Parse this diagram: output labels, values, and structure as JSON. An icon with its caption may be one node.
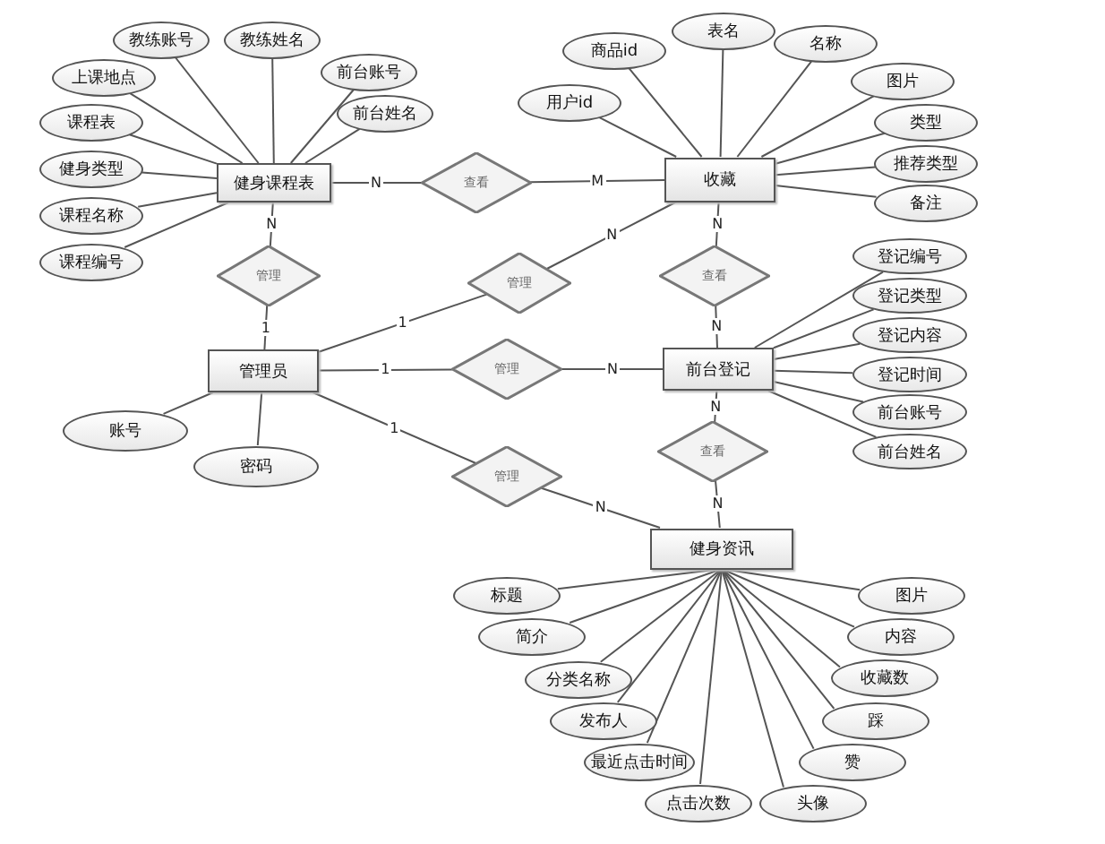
{
  "diagram": {
    "nodes": [
      {
        "text": [
          "健身课程表"
        ]
      },
      {
        "text": [
          "教练账号"
        ]
      },
      {
        "text": [
          "教练姓名"
        ]
      },
      {
        "text": [
          "上课地点"
        ]
      },
      {
        "text": [
          "前台账号"
        ]
      },
      {
        "text": [
          "前台姓名"
        ]
      },
      {
        "text": [
          "课程表"
        ]
      },
      {
        "text": [
          "健身类型"
        ]
      },
      {
        "text": [
          "课程名称"
        ]
      },
      {
        "text": [
          "课程编号"
        ]
      },
      {
        "text": [
          "收藏"
        ]
      },
      {
        "text": [
          "商品id"
        ]
      },
      {
        "text": [
          "表名"
        ]
      },
      {
        "text": [
          "名称"
        ]
      },
      {
        "text": [
          "用户id"
        ]
      },
      {
        "text": [
          "图片"
        ]
      },
      {
        "text": [
          "类型"
        ]
      },
      {
        "text": [
          "推荐类型"
        ]
      },
      {
        "text": [
          "备注"
        ]
      },
      {
        "text": [
          "管理员"
        ]
      },
      {
        "text": [
          "账号"
        ]
      },
      {
        "text": [
          "密码"
        ]
      },
      {
        "text": [
          "前台登记"
        ]
      },
      {
        "text": [
          "登记编号"
        ]
      },
      {
        "text": [
          "登记类型"
        ]
      },
      {
        "text": [
          "登记内容"
        ]
      },
      {
        "text": [
          "登记时间"
        ]
      },
      {
        "text": [
          "前台账号"
        ]
      },
      {
        "text": [
          "前台姓名"
        ]
      },
      {
        "text": [
          "健身资讯"
        ]
      },
      {
        "text": [
          "标题"
        ]
      },
      {
        "text": [
          "简介"
        ]
      },
      {
        "text": [
          "分类名称"
        ]
      },
      {
        "text": [
          "发布人"
        ]
      },
      {
        "text": [
          "最近点击时间"
        ]
      },
      {
        "text": [
          "点击次数"
        ]
      },
      {
        "text": [
          "图片"
        ]
      },
      {
        "text": [
          "内容"
        ]
      },
      {
        "text": [
          "收藏数"
        ]
      },
      {
        "text": [
          "踩"
        ]
      },
      {
        "text": [
          "赞"
        ]
      },
      {
        "text": [
          "头像"
        ]
      },
      {
        "text": [
          "查看"
        ]
      },
      {
        "text": [
          "管理"
        ]
      },
      {
        "text": [
          "管理"
        ]
      },
      {
        "text": [
          "查看"
        ]
      },
      {
        "text": [
          "管理"
        ]
      },
      {
        "text": [
          "管理"
        ]
      },
      {
        "text": [
          "查看"
        ]
      }
    ],
    "edges": [
      {
        "from": 0,
        "to": 1,
        "arrow": "none"
      },
      {
        "from": 0,
        "to": 2,
        "arrow": "none"
      },
      {
        "from": 0,
        "to": 3,
        "arrow": "none"
      },
      {
        "from": 0,
        "to": 4,
        "arrow": "none"
      },
      {
        "from": 0,
        "to": 5,
        "arrow": "none"
      },
      {
        "from": 0,
        "to": 6,
        "arrow": "none"
      },
      {
        "from": 0,
        "to": 7,
        "arrow": "none"
      },
      {
        "from": 0,
        "to": 8,
        "arrow": "none"
      },
      {
        "from": 0,
        "to": 9,
        "arrow": "none"
      },
      {
        "from": 10,
        "to": 11,
        "arrow": "none"
      },
      {
        "from": 10,
        "to": 12,
        "arrow": "none"
      },
      {
        "from": 10,
        "to": 13,
        "arrow": "none"
      },
      {
        "from": 10,
        "to": 14,
        "arrow": "none"
      },
      {
        "from": 10,
        "to": 15,
        "arrow": "none"
      },
      {
        "from": 10,
        "to": 16,
        "arrow": "none"
      },
      {
        "from": 10,
        "to": 17,
        "arrow": "none"
      },
      {
        "from": 10,
        "to": 18,
        "arrow": "none"
      },
      {
        "from": 19,
        "to": 20,
        "arrow": "none"
      },
      {
        "from": 19,
        "to": 21,
        "arrow": "none"
      },
      {
        "from": 22,
        "to": 23,
        "arrow": "none"
      },
      {
        "from": 22,
        "to": 24,
        "arrow": "none"
      },
      {
        "from": 22,
        "to": 25,
        "arrow": "none"
      },
      {
        "from": 22,
        "to": 26,
        "arrow": "none"
      },
      {
        "from": 22,
        "to": 27,
        "arrow": "none"
      },
      {
        "from": 22,
        "to": 28,
        "arrow": "none"
      },
      {
        "from": 29,
        "to": 30,
        "arrow": "none"
      },
      {
        "from": 29,
        "to": 31,
        "arrow": "none"
      },
      {
        "from": 29,
        "to": 32,
        "arrow": "none"
      },
      {
        "from": 29,
        "to": 33,
        "arrow": "none"
      },
      {
        "from": 29,
        "to": 34,
        "arrow": "none"
      },
      {
        "from": 29,
        "to": 35,
        "arrow": "none"
      },
      {
        "from": 29,
        "to": 36,
        "arrow": "none"
      },
      {
        "from": 29,
        "to": 37,
        "arrow": "none"
      },
      {
        "from": 29,
        "to": 38,
        "arrow": "none"
      },
      {
        "from": 29,
        "to": 39,
        "arrow": "none"
      },
      {
        "from": 29,
        "to": 40,
        "arrow": "none"
      },
      {
        "from": 29,
        "to": 41,
        "arrow": "none"
      },
      {
        "from": 0,
        "to": 42,
        "arrow": "none",
        "label": "N"
      },
      {
        "from": 42,
        "to": 10,
        "arrow": "none",
        "label": "M"
      },
      {
        "from": 0,
        "to": 43,
        "arrow": "none",
        "label": "N"
      },
      {
        "from": 43,
        "to": 19,
        "arrow": "none",
        "label": "1"
      },
      {
        "from": 19,
        "to": 44,
        "arrow": "none",
        "label": "1"
      },
      {
        "from": 44,
        "to": 10,
        "arrow": "none",
        "label": "N"
      },
      {
        "from": 10,
        "to": 45,
        "arrow": "none",
        "label": "N"
      },
      {
        "from": 45,
        "to": 22,
        "arrow": "none",
        "label": "N"
      },
      {
        "from": 19,
        "to": 46,
        "arrow": "none",
        "label": "1"
      },
      {
        "from": 46,
        "to": 22,
        "arrow": "none",
        "label": "N"
      },
      {
        "from": 19,
        "to": 47,
        "arrow": "none",
        "label": "1"
      },
      {
        "from": 47,
        "to": 29,
        "arrow": "none",
        "label": "N"
      },
      {
        "from": 22,
        "to": 48,
        "arrow": "none",
        "label": "N"
      },
      {
        "from": 48,
        "to": 29,
        "arrow": "none",
        "label": "N"
      }
    ]
  }
}
